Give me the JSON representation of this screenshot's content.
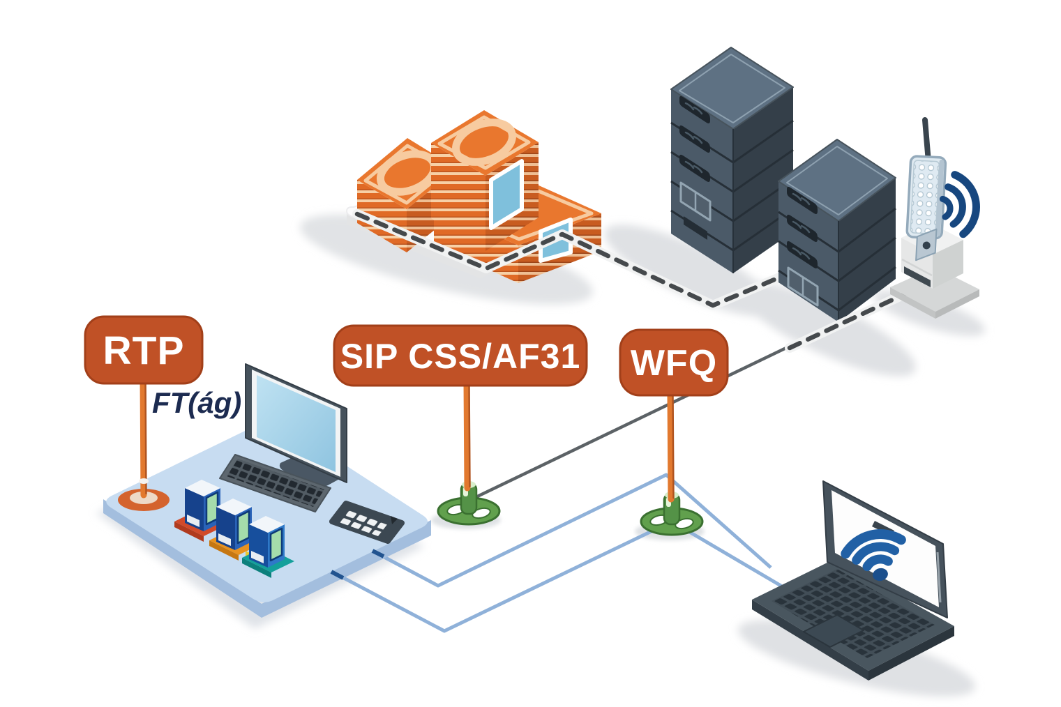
{
  "scene": {
    "title": "isometric-network-qos-illustration",
    "signs": {
      "rtp": "RTP",
      "sip": "SIP CSS/AF31",
      "wfq": "WFQ"
    },
    "annotation": "FT(ág)",
    "colors": {
      "sign_fill": "#c05126",
      "sign_border": "#a23f19",
      "sign_text": "#ffffff",
      "post_orange": "#e2792f",
      "annotation_text": "#1c2b50",
      "desk_platform_blue": "#c7dcf1",
      "package_orange": "#e9772e",
      "server_slate": "#4b5a68",
      "wifi_blue": "#2160a5",
      "link_blue": "#8fb1d9",
      "link_gray": "#5c6266",
      "dash_dark": "#45494c",
      "marker_green": "#61a04d"
    }
  }
}
